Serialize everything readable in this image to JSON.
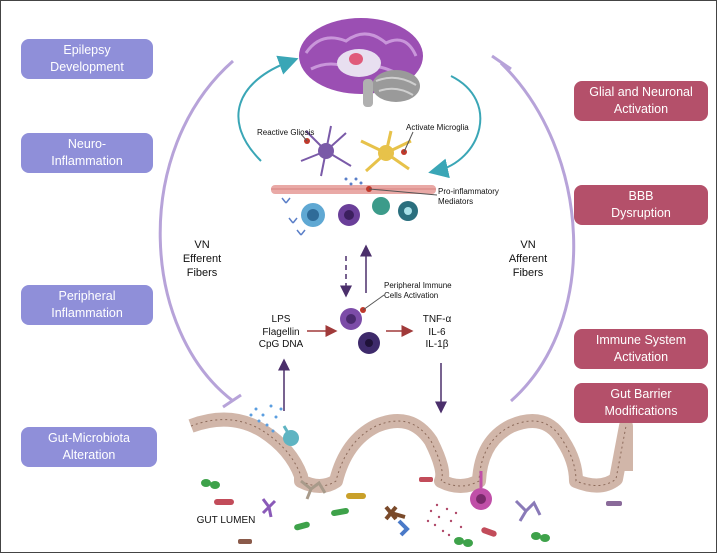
{
  "left_boxes": {
    "epilepsy": "Epilepsy\nDevelopment",
    "neuroinflammation": "Neuro-\nInflammation",
    "peripheral": "Peripheral\nInflammation",
    "microbiota": "Gut-Microbiota\nAlteration"
  },
  "right_boxes": {
    "glial": "Glial and Neuronal\nActivation",
    "bbb": "BBB\nDysruption",
    "immune": "Immune System\nActivation",
    "gut_barrier": "Gut Barrier\nModifications"
  },
  "labels": {
    "vn_efferent": "VN\nEfferent\nFibers",
    "vn_afferent": "VN\nAfferent\nFibers",
    "reactive_gliosis": "Reactive Gliosis",
    "activate_microglia": "Activate Microglia",
    "pro_inflammatory": "Pro-inflammatory\nMediators",
    "peripheral_immune": "Peripheral Immune\nCells Activation",
    "lps_group": "LPS\nFlagellin\nCpG DNA",
    "cytokines": "TNF-α\nIL-6\nIL-1β",
    "gut_lumen": "GUT LUMEN"
  },
  "colors": {
    "left_box": "#8f8fd9",
    "right_box": "#b4506a",
    "arc": "#b7a3d9",
    "teal_arrow": "#3aa6b6",
    "dark_arrow": "#4b2f6b",
    "red_arrow": "#a03a3a"
  }
}
